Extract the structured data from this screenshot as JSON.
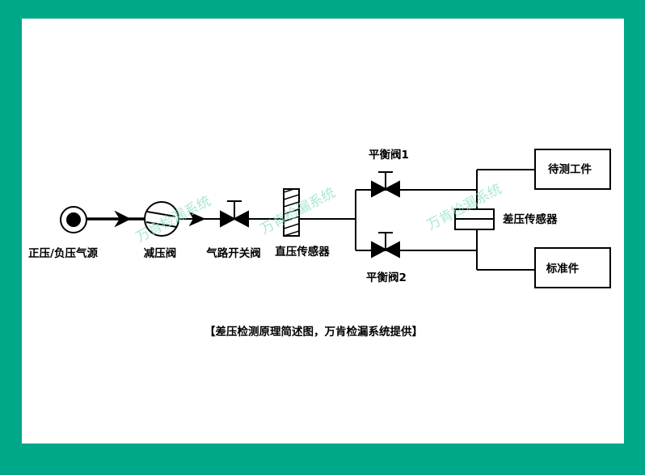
{
  "labels": {
    "source": "正压/负压气源",
    "reducer": "减压阀",
    "switch_valve": "气路开关阀",
    "direct_sensor": "直压传感器",
    "balance_valve_1": "平衡阀1",
    "balance_valve_2": "平衡阀2",
    "diff_sensor": "差压传感器",
    "test_part": "待测工件",
    "standard_part": "标准件"
  },
  "caption": "【差压检测原理简述图，万肯检漏系统提供】",
  "watermark": "万肯检漏系统",
  "colors": {
    "frame": "#00a88a",
    "watermark": "#8fe0c4"
  }
}
